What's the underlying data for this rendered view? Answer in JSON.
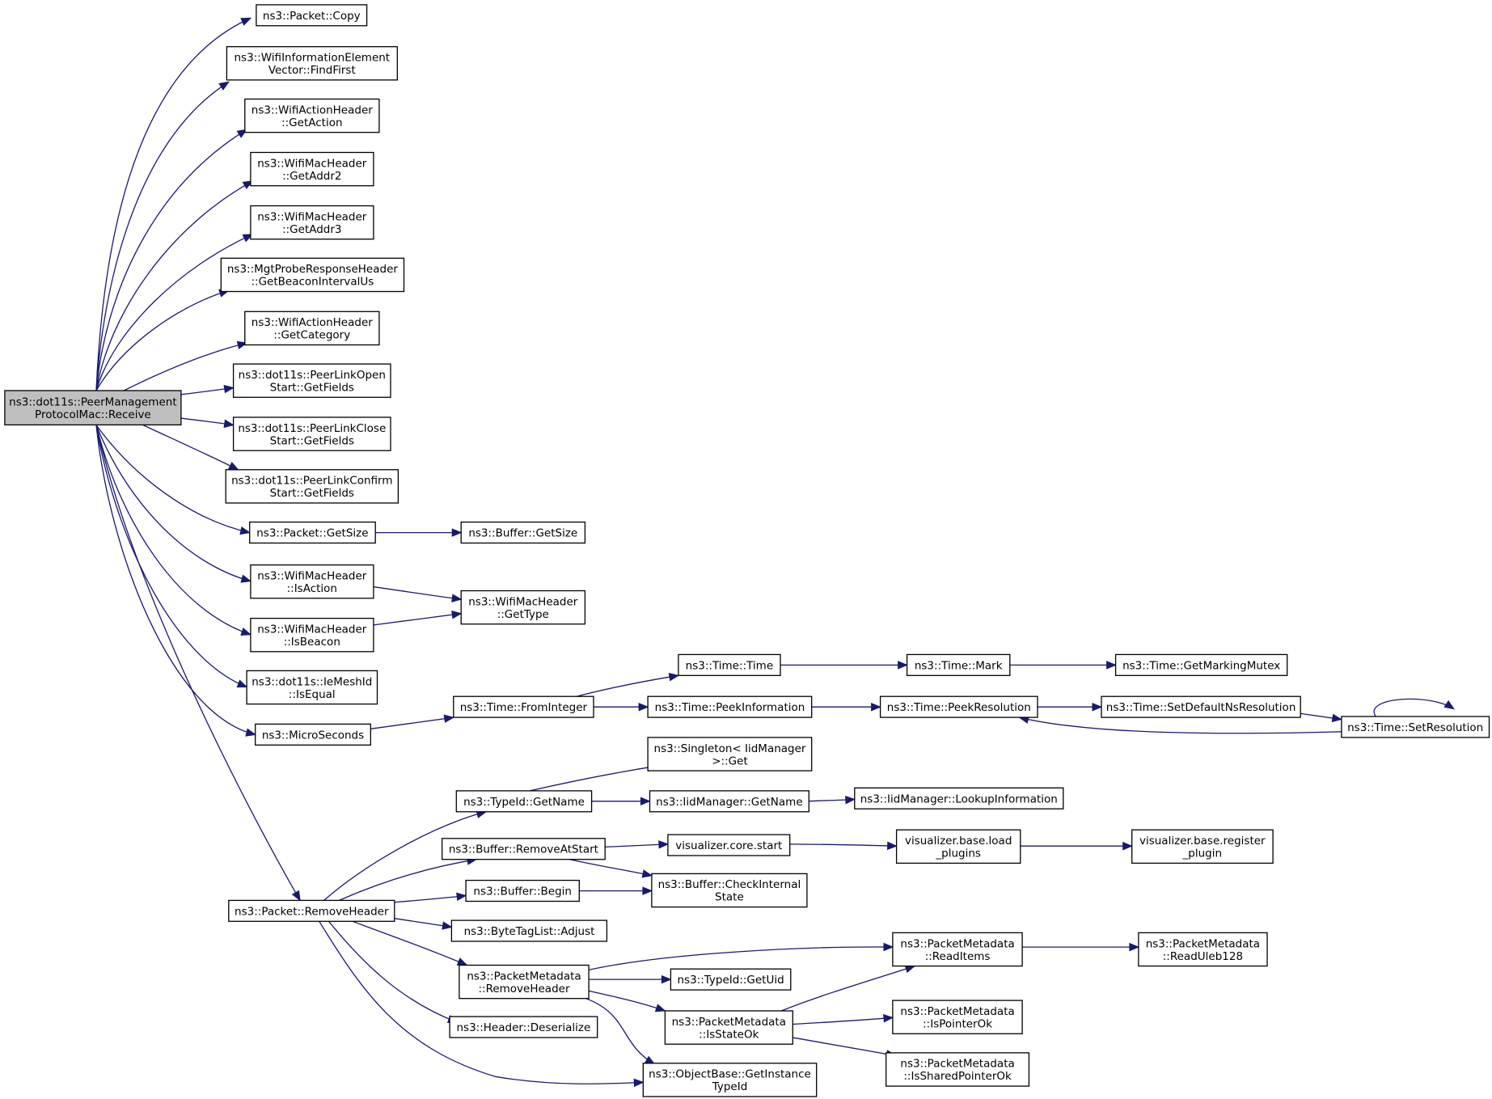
{
  "diagram": {
    "root": "n_root",
    "nodes": [
      {
        "id": "n_root",
        "lines": [
          "ns3::dot11s::PeerManagement",
          "ProtocolMac::Receive"
        ],
        "highlight": true
      },
      {
        "id": "n_copy",
        "lines": [
          "ns3::Packet::Copy"
        ]
      },
      {
        "id": "n_findfirst",
        "lines": [
          "ns3::WifiInformationElement",
          "Vector::FindFirst"
        ]
      },
      {
        "id": "n_getaction",
        "lines": [
          "ns3::WifiActionHeader",
          "::GetAction"
        ]
      },
      {
        "id": "n_getaddr2",
        "lines": [
          "ns3::WifiMacHeader",
          "::GetAddr2"
        ]
      },
      {
        "id": "n_getaddr3",
        "lines": [
          "ns3::WifiMacHeader",
          "::GetAddr3"
        ]
      },
      {
        "id": "n_beaconint",
        "lines": [
          "ns3::MgtProbeResponseHeader",
          "::GetBeaconIntervalUs"
        ]
      },
      {
        "id": "n_getcategory",
        "lines": [
          "ns3::WifiActionHeader",
          "::GetCategory"
        ]
      },
      {
        "id": "n_plopen",
        "lines": [
          "ns3::dot11s::PeerLinkOpen",
          "Start::GetFields"
        ]
      },
      {
        "id": "n_plclose",
        "lines": [
          "ns3::dot11s::PeerLinkClose",
          "Start::GetFields"
        ]
      },
      {
        "id": "n_plconfirm",
        "lines": [
          "ns3::dot11s::PeerLinkConfirm",
          "Start::GetFields"
        ]
      },
      {
        "id": "n_pktgetsize",
        "lines": [
          "ns3::Packet::GetSize"
        ]
      },
      {
        "id": "n_bufgetsize",
        "lines": [
          "ns3::Buffer::GetSize"
        ]
      },
      {
        "id": "n_isaction",
        "lines": [
          "ns3::WifiMacHeader",
          "::IsAction"
        ]
      },
      {
        "id": "n_isbeacon",
        "lines": [
          "ns3::WifiMacHeader",
          "::IsBeacon"
        ]
      },
      {
        "id": "n_gettype",
        "lines": [
          "ns3::WifiMacHeader",
          "::GetType"
        ]
      },
      {
        "id": "n_isequal",
        "lines": [
          "ns3::dot11s::IeMeshId",
          "::IsEqual"
        ]
      },
      {
        "id": "n_microseconds",
        "lines": [
          "ns3::MicroSeconds"
        ]
      },
      {
        "id": "n_frominteger",
        "lines": [
          "ns3::Time::FromInteger"
        ]
      },
      {
        "id": "n_timetime",
        "lines": [
          "ns3::Time::Time"
        ]
      },
      {
        "id": "n_timemark",
        "lines": [
          "ns3::Time::Mark"
        ]
      },
      {
        "id": "n_markingmutex",
        "lines": [
          "ns3::Time::GetMarkingMutex"
        ]
      },
      {
        "id": "n_peekinfo",
        "lines": [
          "ns3::Time::PeekInformation"
        ]
      },
      {
        "id": "n_peekres",
        "lines": [
          "ns3::Time::PeekResolution"
        ]
      },
      {
        "id": "n_setdefres",
        "lines": [
          "ns3::Time::SetDefaultNsResolution"
        ]
      },
      {
        "id": "n_setres",
        "lines": [
          "ns3::Time::SetResolution"
        ]
      },
      {
        "id": "n_singleton",
        "lines": [
          "ns3::Singleton< IidManager",
          ">::Get"
        ]
      },
      {
        "id": "n_typeidgetname",
        "lines": [
          "ns3::TypeId::GetName"
        ]
      },
      {
        "id": "n_iidgetname",
        "lines": [
          "ns3::IidManager::GetName"
        ]
      },
      {
        "id": "n_lookupinfo",
        "lines": [
          "ns3::IidManager::LookupInformation"
        ]
      },
      {
        "id": "n_removeatstart",
        "lines": [
          "ns3::Buffer::RemoveAtStart"
        ]
      },
      {
        "id": "n_viscorestart",
        "lines": [
          "visualizer.core.start"
        ]
      },
      {
        "id": "n_visload",
        "lines": [
          "visualizer.base.load",
          "_plugins"
        ]
      },
      {
        "id": "n_visregister",
        "lines": [
          "visualizer.base.register",
          "_plugin"
        ]
      },
      {
        "id": "n_bufbegin",
        "lines": [
          "ns3::Buffer::Begin"
        ]
      },
      {
        "id": "n_checkinternal",
        "lines": [
          "ns3::Buffer::CheckInternal",
          "State"
        ]
      },
      {
        "id": "n_removeheader",
        "lines": [
          "ns3::Packet::RemoveHeader"
        ]
      },
      {
        "id": "n_bytetagadjust",
        "lines": [
          "ns3::ByteTagList::Adjust"
        ]
      },
      {
        "id": "n_readitems",
        "lines": [
          "ns3::PacketMetadata",
          "::ReadItems"
        ]
      },
      {
        "id": "n_readuleb",
        "lines": [
          "ns3::PacketMetadata",
          "::ReadUleb128"
        ]
      },
      {
        "id": "n_pmremoveheader",
        "lines": [
          "ns3::PacketMetadata",
          "::RemoveHeader"
        ]
      },
      {
        "id": "n_getuid",
        "lines": [
          "ns3::TypeId::GetUid"
        ]
      },
      {
        "id": "n_isstateok",
        "lines": [
          "ns3::PacketMetadata",
          "::IsStateOk"
        ]
      },
      {
        "id": "n_ispointerok",
        "lines": [
          "ns3::PacketMetadata",
          "::IsPointerOk"
        ]
      },
      {
        "id": "n_issharedok",
        "lines": [
          "ns3::PacketMetadata",
          "::IsSharedPointerOk"
        ]
      },
      {
        "id": "n_deserialize",
        "lines": [
          "ns3::Header::Deserialize"
        ]
      },
      {
        "id": "n_getinstancetypeid",
        "lines": [
          "ns3::ObjectBase::GetInstance",
          "TypeId"
        ]
      }
    ],
    "edges": [
      {
        "from": "n_root",
        "to": "n_copy"
      },
      {
        "from": "n_root",
        "to": "n_findfirst"
      },
      {
        "from": "n_root",
        "to": "n_getaction"
      },
      {
        "from": "n_root",
        "to": "n_getaddr2"
      },
      {
        "from": "n_root",
        "to": "n_getaddr3"
      },
      {
        "from": "n_root",
        "to": "n_beaconint"
      },
      {
        "from": "n_root",
        "to": "n_getcategory"
      },
      {
        "from": "n_root",
        "to": "n_plopen"
      },
      {
        "from": "n_root",
        "to": "n_plclose"
      },
      {
        "from": "n_root",
        "to": "n_plconfirm"
      },
      {
        "from": "n_root",
        "to": "n_pktgetsize"
      },
      {
        "from": "n_root",
        "to": "n_isaction"
      },
      {
        "from": "n_root",
        "to": "n_isbeacon"
      },
      {
        "from": "n_root",
        "to": "n_isequal"
      },
      {
        "from": "n_root",
        "to": "n_microseconds"
      },
      {
        "from": "n_root",
        "to": "n_removeheader"
      },
      {
        "from": "n_pktgetsize",
        "to": "n_bufgetsize"
      },
      {
        "from": "n_isaction",
        "to": "n_gettype"
      },
      {
        "from": "n_isbeacon",
        "to": "n_gettype"
      },
      {
        "from": "n_microseconds",
        "to": "n_frominteger"
      },
      {
        "from": "n_frominteger",
        "to": "n_timetime"
      },
      {
        "from": "n_frominteger",
        "to": "n_peekinfo"
      },
      {
        "from": "n_timetime",
        "to": "n_timemark"
      },
      {
        "from": "n_timemark",
        "to": "n_markingmutex"
      },
      {
        "from": "n_peekinfo",
        "to": "n_peekres"
      },
      {
        "from": "n_peekres",
        "to": "n_setdefres"
      },
      {
        "from": "n_setdefres",
        "to": "n_setres"
      },
      {
        "from": "n_setres",
        "to": "n_peekres"
      },
      {
        "from": "n_setres",
        "to": "n_setres"
      },
      {
        "from": "n_removeheader",
        "to": "n_typeidgetname"
      },
      {
        "from": "n_removeheader",
        "to": "n_removeatstart"
      },
      {
        "from": "n_removeheader",
        "to": "n_bufbegin"
      },
      {
        "from": "n_removeheader",
        "to": "n_bytetagadjust"
      },
      {
        "from": "n_removeheader",
        "to": "n_pmremoveheader"
      },
      {
        "from": "n_removeheader",
        "to": "n_deserialize"
      },
      {
        "from": "n_removeheader",
        "to": "n_getinstancetypeid"
      },
      {
        "from": "n_typeidgetname",
        "to": "n_singleton"
      },
      {
        "from": "n_typeidgetname",
        "to": "n_iidgetname"
      },
      {
        "from": "n_iidgetname",
        "to": "n_lookupinfo"
      },
      {
        "from": "n_removeatstart",
        "to": "n_viscorestart"
      },
      {
        "from": "n_removeatstart",
        "to": "n_checkinternal"
      },
      {
        "from": "n_viscorestart",
        "to": "n_visload"
      },
      {
        "from": "n_visload",
        "to": "n_visregister"
      },
      {
        "from": "n_bufbegin",
        "to": "n_checkinternal"
      },
      {
        "from": "n_pmremoveheader",
        "to": "n_readitems"
      },
      {
        "from": "n_pmremoveheader",
        "to": "n_getuid"
      },
      {
        "from": "n_pmremoveheader",
        "to": "n_isstateok"
      },
      {
        "from": "n_pmremoveheader",
        "to": "n_getinstancetypeid"
      },
      {
        "from": "n_readitems",
        "to": "n_readuleb"
      },
      {
        "from": "n_isstateok",
        "to": "n_readitems"
      },
      {
        "from": "n_isstateok",
        "to": "n_ispointerok"
      },
      {
        "from": "n_isstateok",
        "to": "n_issharedok"
      }
    ]
  }
}
